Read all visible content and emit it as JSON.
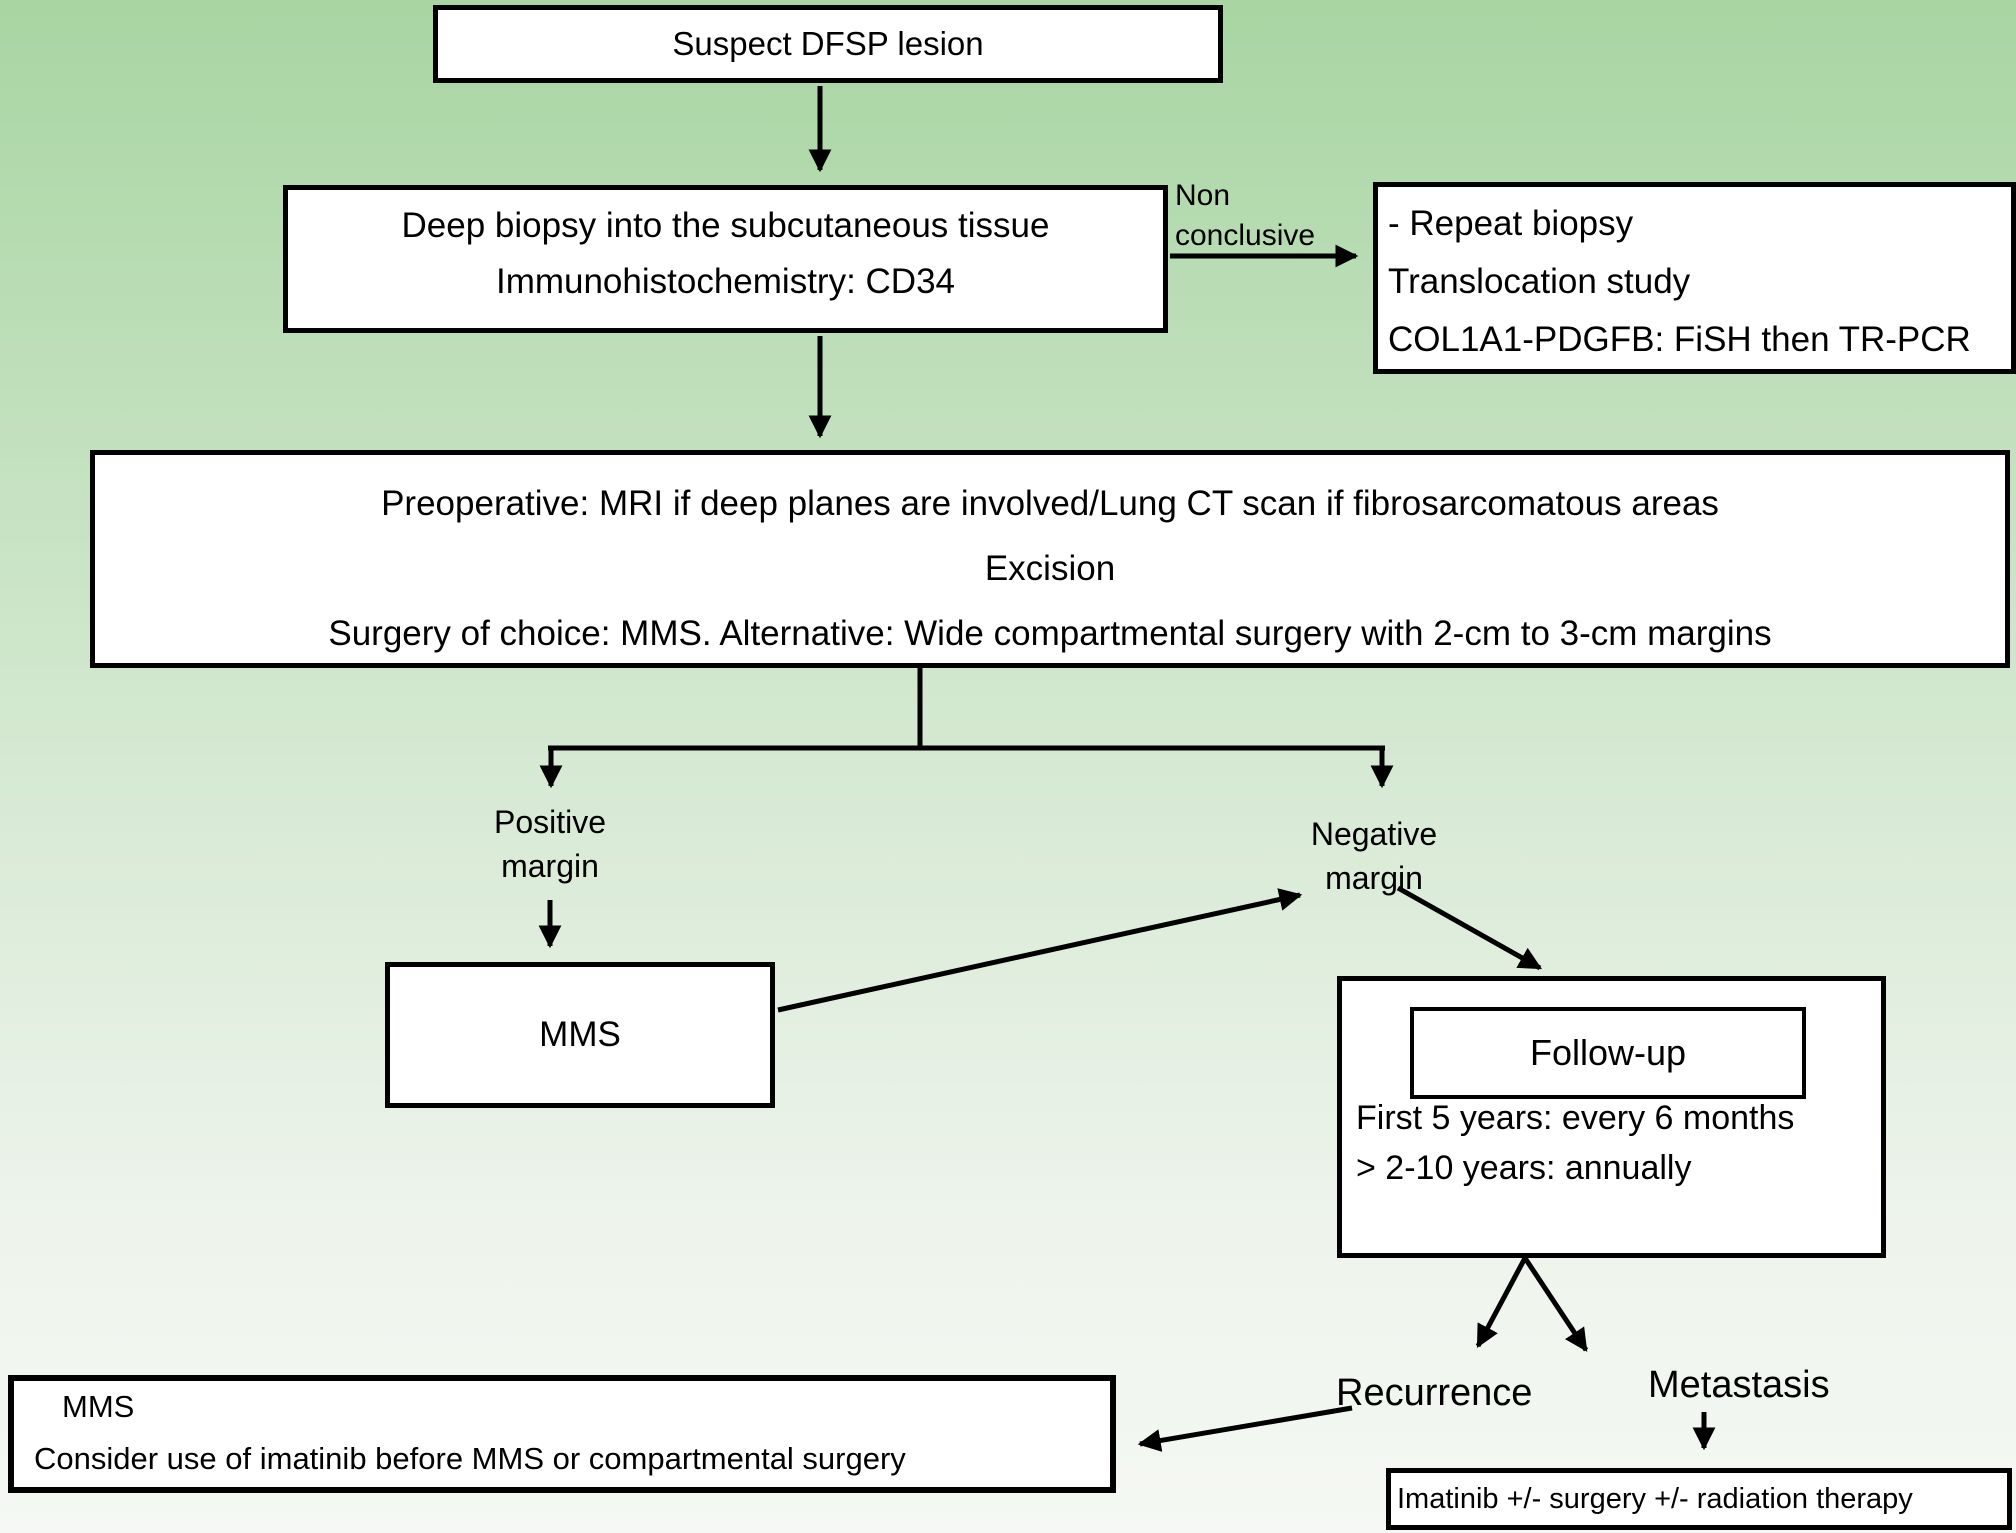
{
  "nodes": {
    "suspect_lesion": {
      "label": "Suspect DFSP lesion"
    },
    "deep_biopsy": {
      "label": "Deep biopsy into the subcutaneous tissue\nImmunohistochemistry: CD34"
    },
    "non_conclusive": {
      "label": "Non\nconclusive"
    },
    "repeat_biopsy": {
      "label": "- Repeat biopsy\nTranslocation study\nCOL1A1-PDGFB: FiSH then TR-PCR"
    },
    "preoperative": {
      "label": "Preoperative: MRI if deep planes are involved/Lung CT scan if fibrosarcomatous areas\nExcision\nSurgery of choice: MMS. Alternative: Wide compartmental surgery with 2-cm to 3-cm margins"
    },
    "positive_margin": {
      "label": "Positive\nmargin"
    },
    "negative_margin": {
      "label": "Negative\nmargin"
    },
    "mms": {
      "label": "MMS"
    },
    "follow_up": {
      "title": "Follow-up",
      "body": "First 5 years: every 6 months\n> 2-10 years: annually"
    },
    "recurrence": {
      "label": "Recurrence"
    },
    "metastasis": {
      "label": "Metastasis"
    },
    "mms_imatinib": {
      "line1": "MMS",
      "line2": "Consider use of imatinib before MMS or compartmental surgery"
    },
    "imatinib_therapy": {
      "label": "Imatinib +/- surgery +/- radiation therapy"
    }
  },
  "colors": {
    "background_top": "#a8d5a2",
    "background_bottom": "#f5f8f4",
    "box_fill": "#ffffff",
    "box_border": "#000000",
    "text": "#000000"
  }
}
